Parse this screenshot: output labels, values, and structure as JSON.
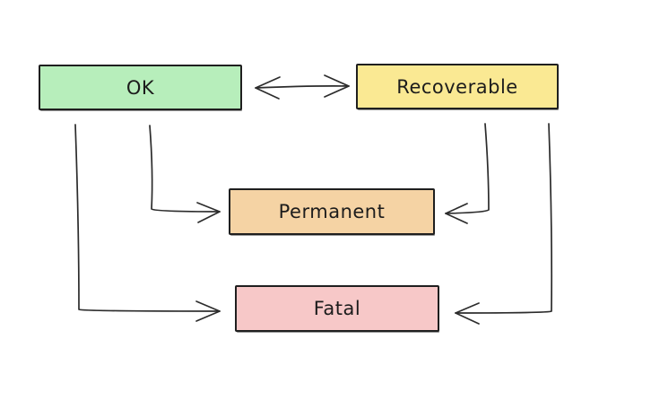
{
  "diagram": {
    "canvas_background": "#ffffff",
    "stroke_color": "#2c2c2c",
    "nodes": [
      {
        "id": "ok",
        "label": "OK",
        "fill": "#b7eebb"
      },
      {
        "id": "recoverable",
        "label": "Recoverable",
        "fill": "#fae993"
      },
      {
        "id": "permanent",
        "label": "Permanent",
        "fill": "#f5d3a4"
      },
      {
        "id": "fatal",
        "label": "Fatal",
        "fill": "#f7c8c8"
      }
    ],
    "edges": [
      {
        "from": "OK",
        "to": "Recoverable",
        "type": "bidirectional"
      },
      {
        "from": "OK",
        "to": "Permanent",
        "type": "directed"
      },
      {
        "from": "Recoverable",
        "to": "Permanent",
        "type": "directed"
      },
      {
        "from": "OK",
        "to": "Fatal",
        "type": "directed"
      },
      {
        "from": "Recoverable",
        "to": "Fatal",
        "type": "directed"
      }
    ]
  }
}
